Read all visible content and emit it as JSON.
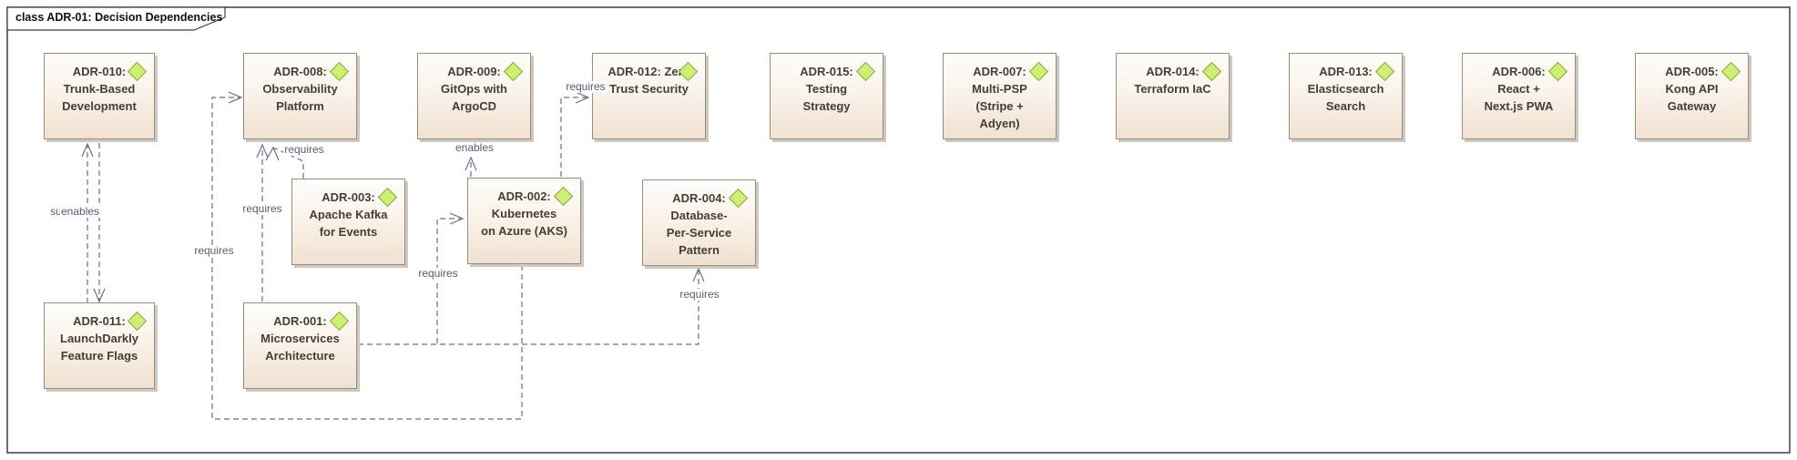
{
  "frame": {
    "title": "class ADR-01: Decision Dependencies"
  },
  "nodes": [
    {
      "id": "ADR-010",
      "text": "ADR-010:\nTrunk-Based\nDevelopment"
    },
    {
      "id": "ADR-008",
      "text": "ADR-008:\nObservability\nPlatform"
    },
    {
      "id": "ADR-009",
      "text": "ADR-009:\nGitOps with\nArgoCD"
    },
    {
      "id": "ADR-012",
      "text": "ADR-012: Zero\nTrust Security"
    },
    {
      "id": "ADR-015",
      "text": "ADR-015:\nTesting\nStrategy"
    },
    {
      "id": "ADR-007",
      "text": "ADR-007:\nMulti-PSP\n(Stripe +\nAdyen)"
    },
    {
      "id": "ADR-014",
      "text": "ADR-014:\nTerraform IaC"
    },
    {
      "id": "ADR-013",
      "text": "ADR-013:\nElasticsearch\nSearch"
    },
    {
      "id": "ADR-006",
      "text": "ADR-006:\nReact +\nNext.js PWA"
    },
    {
      "id": "ADR-005",
      "text": "ADR-005:\nKong API\nGateway"
    },
    {
      "id": "ADR-003",
      "text": "ADR-003:\nApache Kafka\nfor Events"
    },
    {
      "id": "ADR-002",
      "text": "ADR-002:\nKubernetes\non Azure (AKS)"
    },
    {
      "id": "ADR-004",
      "text": "ADR-004:\nDatabase-\nPer-Service\nPattern"
    },
    {
      "id": "ADR-011",
      "text": "ADR-011:\nLaunchDarkly\nFeature Flags"
    },
    {
      "id": "ADR-001",
      "text": "ADR-001:\nMicroservices\nArchitecture"
    }
  ],
  "connectors": [
    {
      "from": "ADR-011",
      "to": "ADR-010",
      "label": "enables",
      "style": "dashed-open-arrow"
    },
    {
      "from": "ADR-010",
      "to": "ADR-011",
      "label": "sup",
      "style": "dashed-open-arrow"
    },
    {
      "from": "ADR-001",
      "to": "ADR-008",
      "label": "requires",
      "style": "dashed-open-arrow"
    },
    {
      "from": "ADR-003",
      "to": "ADR-008",
      "label": "requires",
      "style": "dashed-open-arrow"
    },
    {
      "from": "ADR-002",
      "to": "ADR-008",
      "label": "requires",
      "style": "dashed-open-arrow"
    },
    {
      "from": "ADR-002",
      "to": "ADR-009",
      "label": "enables",
      "style": "dashed-open-arrow"
    },
    {
      "from": "ADR-001",
      "to": "ADR-002",
      "label": "requires",
      "style": "dashed-open-arrow"
    },
    {
      "from": "ADR-001",
      "to": "ADR-004",
      "label": "requires",
      "style": "dashed-open-arrow"
    },
    {
      "from": "ADR-002",
      "to": "ADR-012",
      "label": "requires",
      "style": "dashed-open-arrow"
    }
  ],
  "colors": {
    "node_fill_top": "#fefdfb",
    "node_fill_bottom": "#f0e1d1",
    "node_border": "#9b8b79",
    "node_text": "#453e35",
    "diamond_fill": "#cdef72",
    "diamond_border": "#86a544",
    "connector": "#67708c",
    "label_text": "#565e72",
    "frame_border": "#3f3f3f"
  }
}
